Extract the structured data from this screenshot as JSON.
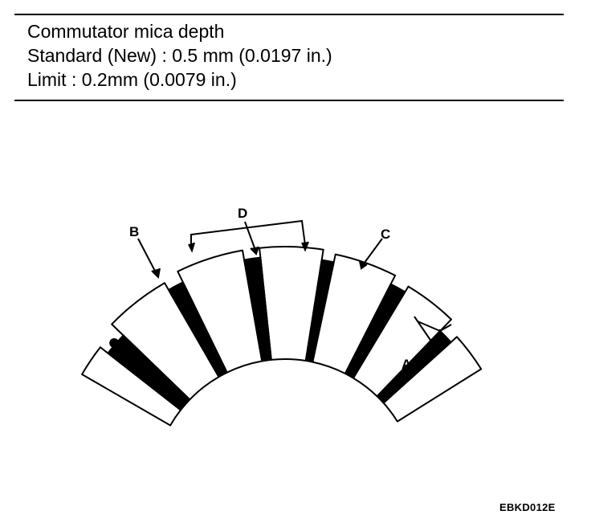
{
  "spec": {
    "line1": "Commutator mica depth",
    "line2": "Standard (New) : 0.5 mm (0.0197 in.)",
    "line3": "Limit : 0.2mm (0.0079 in.)"
  },
  "diagram": {
    "label_a": "A",
    "label_b": "B",
    "label_c": "C",
    "label_d": "D",
    "figure_code": "EBKD012E"
  }
}
